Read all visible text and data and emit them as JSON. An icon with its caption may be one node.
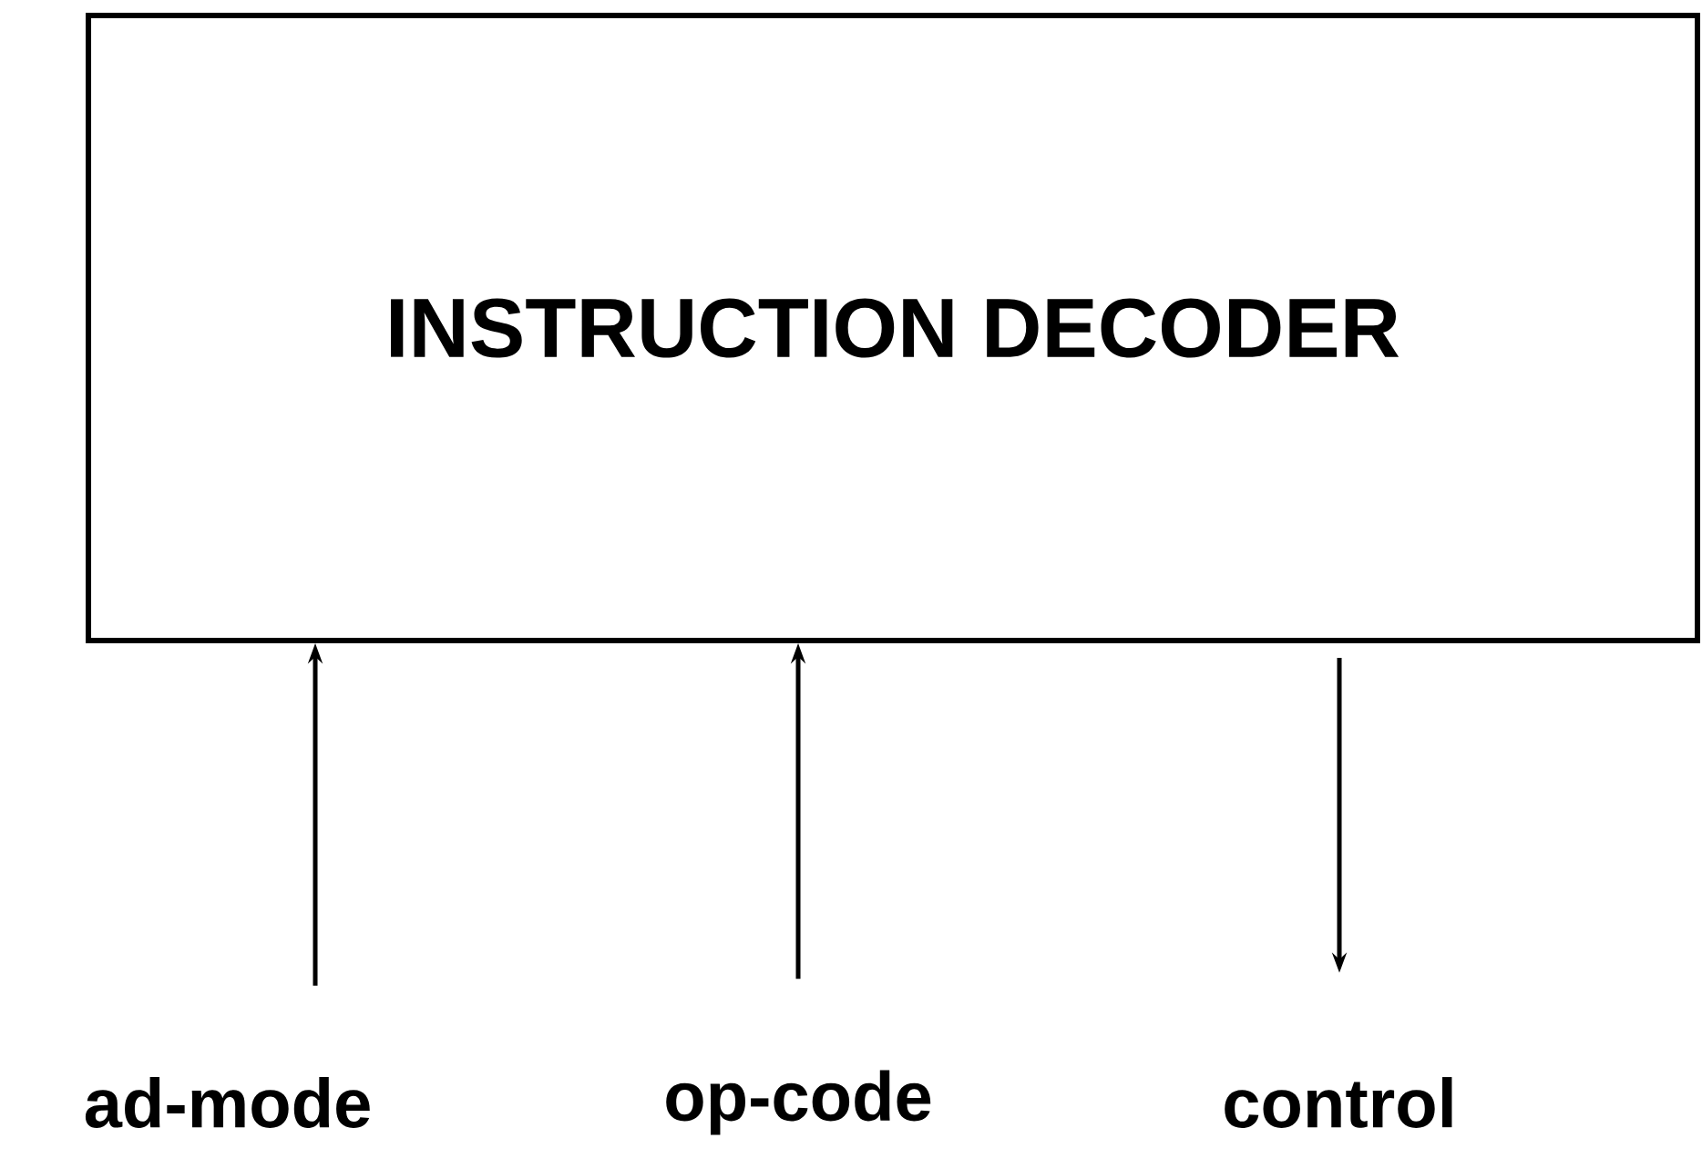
{
  "diagram": {
    "nodes": [
      {
        "text": [
          "INSTRUCTION DECODER"
        ]
      },
      {
        "text": [
          "ad-mode"
        ]
      },
      {
        "text": [
          "op-code"
        ]
      },
      {
        "text": [
          "control"
        ]
      }
    ],
    "edges": [
      {
        "from": 1,
        "to": 0,
        "arrow": "to"
      },
      {
        "from": 2,
        "to": 0,
        "arrow": "to"
      },
      {
        "from": 0,
        "to": 3,
        "arrow": "to"
      }
    ]
  }
}
